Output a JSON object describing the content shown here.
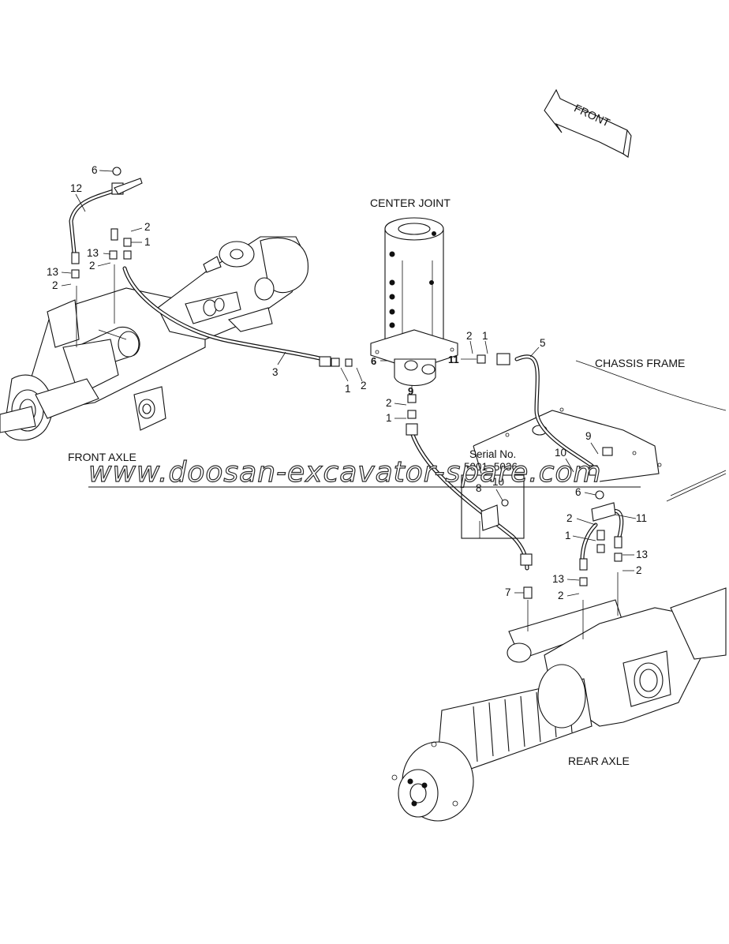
{
  "labels": {
    "center_joint": "CENTER JOINT",
    "front_axle": "FRONT AXLE",
    "rear_axle": "REAR AXLE",
    "chassis_frame": "CHASSIS FRAME",
    "front_arrow": "FRONT",
    "serial_line1": "Serial No.",
    "serial_line2": "5001~5036"
  },
  "watermark": "www.doosan-excavator-spare.com",
  "callouts": [
    {
      "id": "c1",
      "text": "6"
    },
    {
      "id": "c2",
      "text": "12"
    },
    {
      "id": "c3",
      "text": "2"
    },
    {
      "id": "c4",
      "text": "13"
    },
    {
      "id": "c5",
      "text": "1"
    },
    {
      "id": "c6",
      "text": "2"
    },
    {
      "id": "c7",
      "text": "13"
    },
    {
      "id": "c8",
      "text": "2"
    },
    {
      "id": "c9",
      "text": "3"
    },
    {
      "id": "c10",
      "text": "1"
    },
    {
      "id": "c11",
      "text": "2"
    },
    {
      "id": "c12",
      "text": "6"
    },
    {
      "id": "c13",
      "text": "9"
    },
    {
      "id": "c14",
      "text": "2"
    },
    {
      "id": "c15",
      "text": "1"
    },
    {
      "id": "c16",
      "text": "11"
    },
    {
      "id": "c17",
      "text": "2"
    },
    {
      "id": "c18",
      "text": "1"
    },
    {
      "id": "c19",
      "text": "5"
    },
    {
      "id": "c20",
      "text": "9"
    },
    {
      "id": "c21",
      "text": "10"
    },
    {
      "id": "c22",
      "text": "8"
    },
    {
      "id": "c23",
      "text": "10"
    },
    {
      "id": "c24",
      "text": "6"
    },
    {
      "id": "c25",
      "text": "2"
    },
    {
      "id": "c26",
      "text": "11"
    },
    {
      "id": "c27",
      "text": "1"
    },
    {
      "id": "c28",
      "text": "13"
    },
    {
      "id": "c29",
      "text": "2"
    },
    {
      "id": "c30",
      "text": "13"
    },
    {
      "id": "c31",
      "text": "2"
    },
    {
      "id": "c32",
      "text": "7"
    }
  ]
}
